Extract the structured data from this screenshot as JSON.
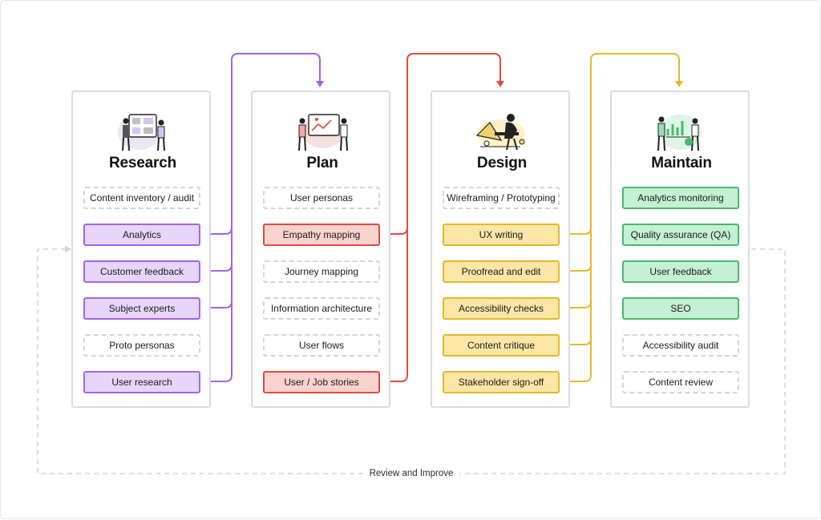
{
  "colors": {
    "research": "#a463e6",
    "plan": "#e04b3f",
    "design": "#e2b92a",
    "maintain": "#49b86c",
    "loop": "#d4d4d4"
  },
  "phases": [
    {
      "title": "Research",
      "illustration": "research-illustration-icon",
      "items": [
        {
          "label": "Content inventory / audit",
          "style": "plain"
        },
        {
          "label": "Analytics",
          "style": "purple"
        },
        {
          "label": "Customer feedback",
          "style": "purple"
        },
        {
          "label": "Subject experts",
          "style": "purple"
        },
        {
          "label": "Proto personas",
          "style": "plain"
        },
        {
          "label": "User research",
          "style": "purple"
        }
      ]
    },
    {
      "title": "Plan",
      "illustration": "plan-illustration-icon",
      "items": [
        {
          "label": "User personas",
          "style": "plain"
        },
        {
          "label": "Empathy mapping",
          "style": "red"
        },
        {
          "label": "Journey mapping",
          "style": "plain"
        },
        {
          "label": "Information architecture",
          "style": "plain"
        },
        {
          "label": "User flows",
          "style": "plain"
        },
        {
          "label": "User / Job stories",
          "style": "red"
        }
      ]
    },
    {
      "title": "Design",
      "illustration": "design-illustration-icon",
      "items": [
        {
          "label": "Wireframing / Prototyping",
          "style": "plain"
        },
        {
          "label": "UX writing",
          "style": "yellow"
        },
        {
          "label": "Proofread and edit",
          "style": "yellow"
        },
        {
          "label": "Accessibility checks",
          "style": "yellow"
        },
        {
          "label": "Content critique",
          "style": "yellow"
        },
        {
          "label": "Stakeholder sign-off",
          "style": "yellow"
        }
      ]
    },
    {
      "title": "Maintain",
      "illustration": "maintain-illustration-icon",
      "items": [
        {
          "label": "Analytics monitoring",
          "style": "green"
        },
        {
          "label": "Quality assurance (QA)",
          "style": "green"
        },
        {
          "label": "User feedback",
          "style": "green"
        },
        {
          "label": "SEO",
          "style": "green"
        },
        {
          "label": "Accessibility audit",
          "style": "plain"
        },
        {
          "label": "Content review",
          "style": "plain"
        }
      ]
    }
  ],
  "loop_label": "Review and Improve"
}
